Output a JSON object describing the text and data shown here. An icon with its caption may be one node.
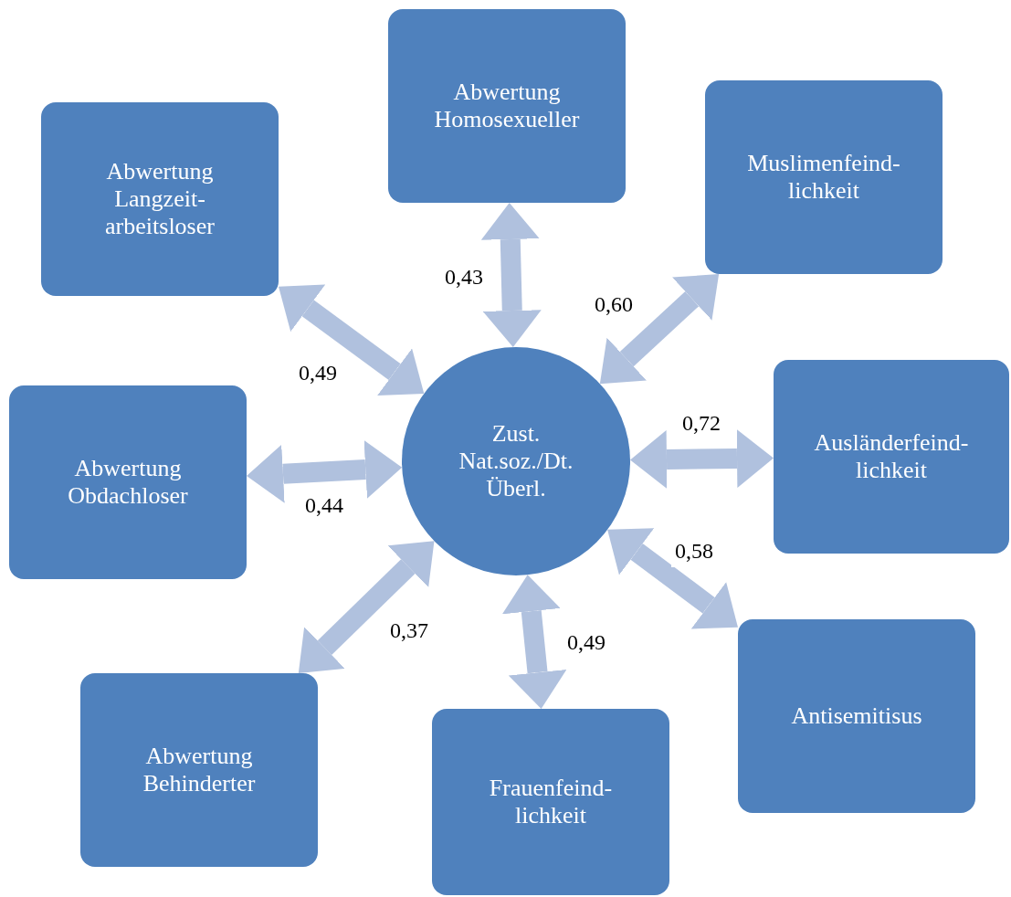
{
  "diagram": {
    "nodes": [
      {
        "text": [
          "Zust. Nat.soz./Dt. Überl."
        ]
      },
      {
        "text": [
          "Abwertung Homosexueller"
        ]
      },
      {
        "text": [
          "Muslimenfeind- lichkeit"
        ]
      },
      {
        "text": [
          "Ausländerfeind- lichkeit"
        ]
      },
      {
        "text": [
          "Antisemitisus"
        ]
      },
      {
        "text": [
          "Frauenfeind- lichkeit"
        ]
      },
      {
        "text": [
          "Abwertung Behinderter"
        ]
      },
      {
        "text": [
          "Abwertung Obdachloser"
        ]
      },
      {
        "text": [
          "Abwertung Langzeit- arbeitsloser"
        ]
      }
    ],
    "edges": [
      {
        "from": 0,
        "to": 1,
        "arrow": "both",
        "label": "0,43"
      },
      {
        "from": 0,
        "to": 2,
        "arrow": "both",
        "label": "0,60"
      },
      {
        "from": 0,
        "to": 3,
        "arrow": "both",
        "label": "0,72"
      },
      {
        "from": 0,
        "to": 4,
        "arrow": "both",
        "label": "0,58"
      },
      {
        "from": 0,
        "to": 5,
        "arrow": "both",
        "label": "0,49"
      },
      {
        "from": 0,
        "to": 6,
        "arrow": "both",
        "label": "0,37"
      },
      {
        "from": 0,
        "to": 7,
        "arrow": "both",
        "label": "0,44"
      },
      {
        "from": 0,
        "to": 8,
        "arrow": "both",
        "label": "0,49"
      }
    ]
  }
}
